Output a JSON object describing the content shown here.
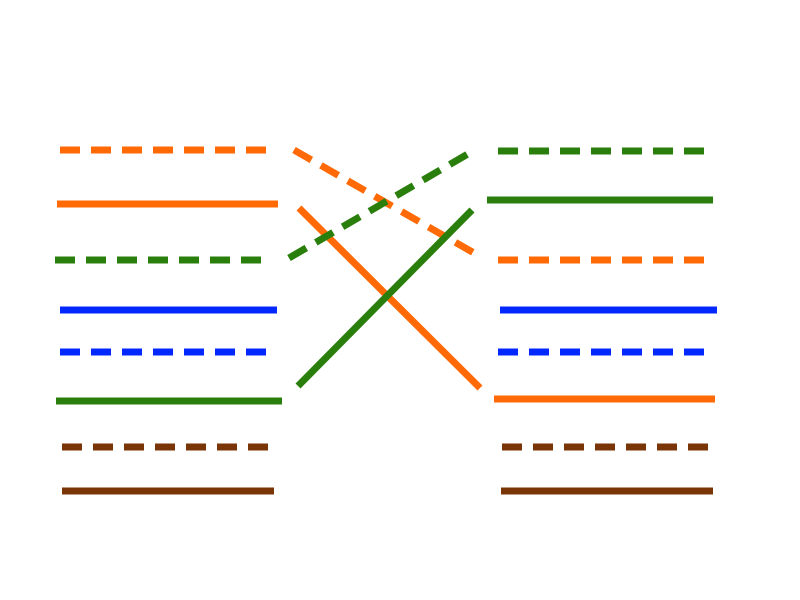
{
  "diagram": {
    "description_type": "crossover-cable-wiring",
    "colors": {
      "orange": "#ff6a06",
      "green": "#2a7f0c",
      "blue": "#0328ff",
      "brown": "#7a3506"
    },
    "left_pins": [
      {
        "pin": 1,
        "color": "orange",
        "style": "dashed"
      },
      {
        "pin": 2,
        "color": "orange",
        "style": "solid"
      },
      {
        "pin": 3,
        "color": "green",
        "style": "dashed"
      },
      {
        "pin": 4,
        "color": "blue",
        "style": "solid"
      },
      {
        "pin": 5,
        "color": "blue",
        "style": "dashed"
      },
      {
        "pin": 6,
        "color": "green",
        "style": "solid"
      },
      {
        "pin": 7,
        "color": "brown",
        "style": "dashed"
      },
      {
        "pin": 8,
        "color": "brown",
        "style": "solid"
      }
    ],
    "right_pins": [
      {
        "pin": 1,
        "color": "green",
        "style": "dashed"
      },
      {
        "pin": 2,
        "color": "green",
        "style": "solid"
      },
      {
        "pin": 3,
        "color": "orange",
        "style": "dashed"
      },
      {
        "pin": 4,
        "color": "blue",
        "style": "solid"
      },
      {
        "pin": 5,
        "color": "blue",
        "style": "dashed"
      },
      {
        "pin": 6,
        "color": "orange",
        "style": "solid"
      },
      {
        "pin": 7,
        "color": "brown",
        "style": "dashed"
      },
      {
        "pin": 8,
        "color": "brown",
        "style": "solid"
      }
    ],
    "crossovers": [
      {
        "from_left_pin": 1,
        "to_right_pin": 3,
        "color": "orange",
        "style": "dashed"
      },
      {
        "from_left_pin": 2,
        "to_right_pin": 6,
        "color": "orange",
        "style": "solid"
      },
      {
        "from_left_pin": 3,
        "to_right_pin": 1,
        "color": "green",
        "style": "dashed"
      },
      {
        "from_left_pin": 6,
        "to_right_pin": 2,
        "color": "green",
        "style": "solid"
      }
    ]
  }
}
